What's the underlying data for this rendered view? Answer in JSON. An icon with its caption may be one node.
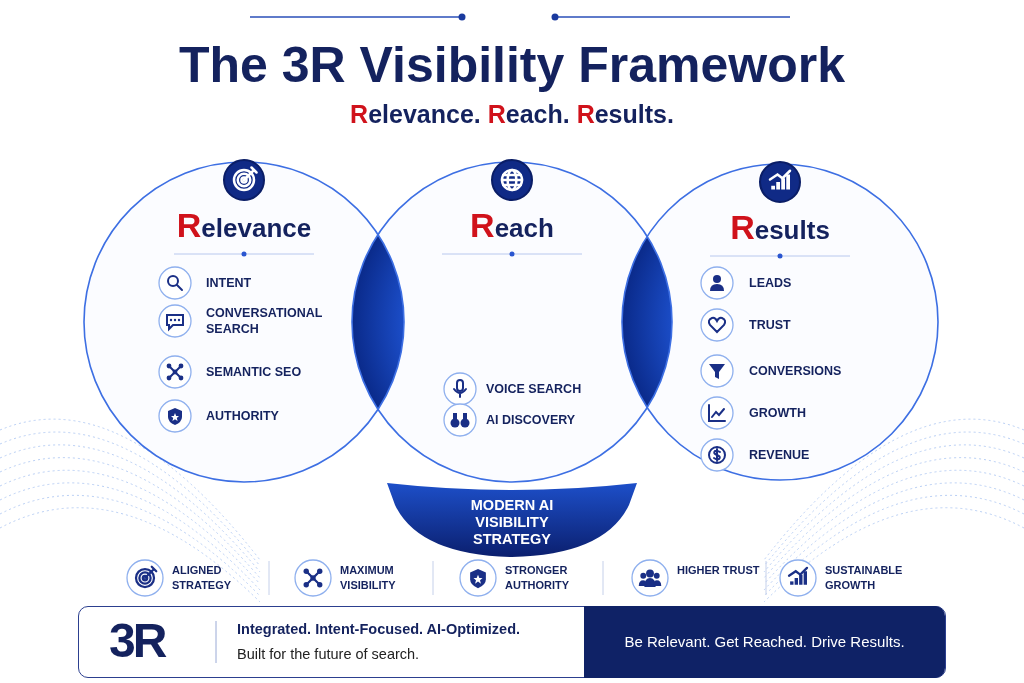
{
  "diagram": {
    "title": "The 3R Visibility Framework",
    "nodes": [
      {
        "text": [
          "Relevance",
          "INTENT",
          "CONVERSATIONAL SEARCH",
          "SEMANTIC SEO",
          "AUTHORITY"
        ]
      },
      {
        "text": [
          "Reach",
          "VOICE SEARCH",
          "AI DISCOVERY"
        ]
      },
      {
        "text": [
          "Results",
          "LEADS",
          "TRUST",
          "CONVERSIONS",
          "GROWTH",
          "REVENUE"
        ]
      },
      {
        "text": [
          "MODERN AI VISIBILITY STRATEGY"
        ]
      },
      {
        "text": [
          "3R",
          "Integrated. Intent-Focused. AI-Optimized.",
          "Built for the future of search."
        ]
      },
      {
        "text": [
          "Be Relevant. Get Reached. Drive Results."
        ],
        "in": 4
      }
    ],
    "labels": [
      "Relevance. Reach. Results.",
      "ALIGNED STRATEGY",
      "MAXIMUM VISIBILITY",
      "STRONGER AUTHORITY",
      "HIGHER TRUST",
      "SUSTAINABLE GROWTH"
    ]
  }
}
